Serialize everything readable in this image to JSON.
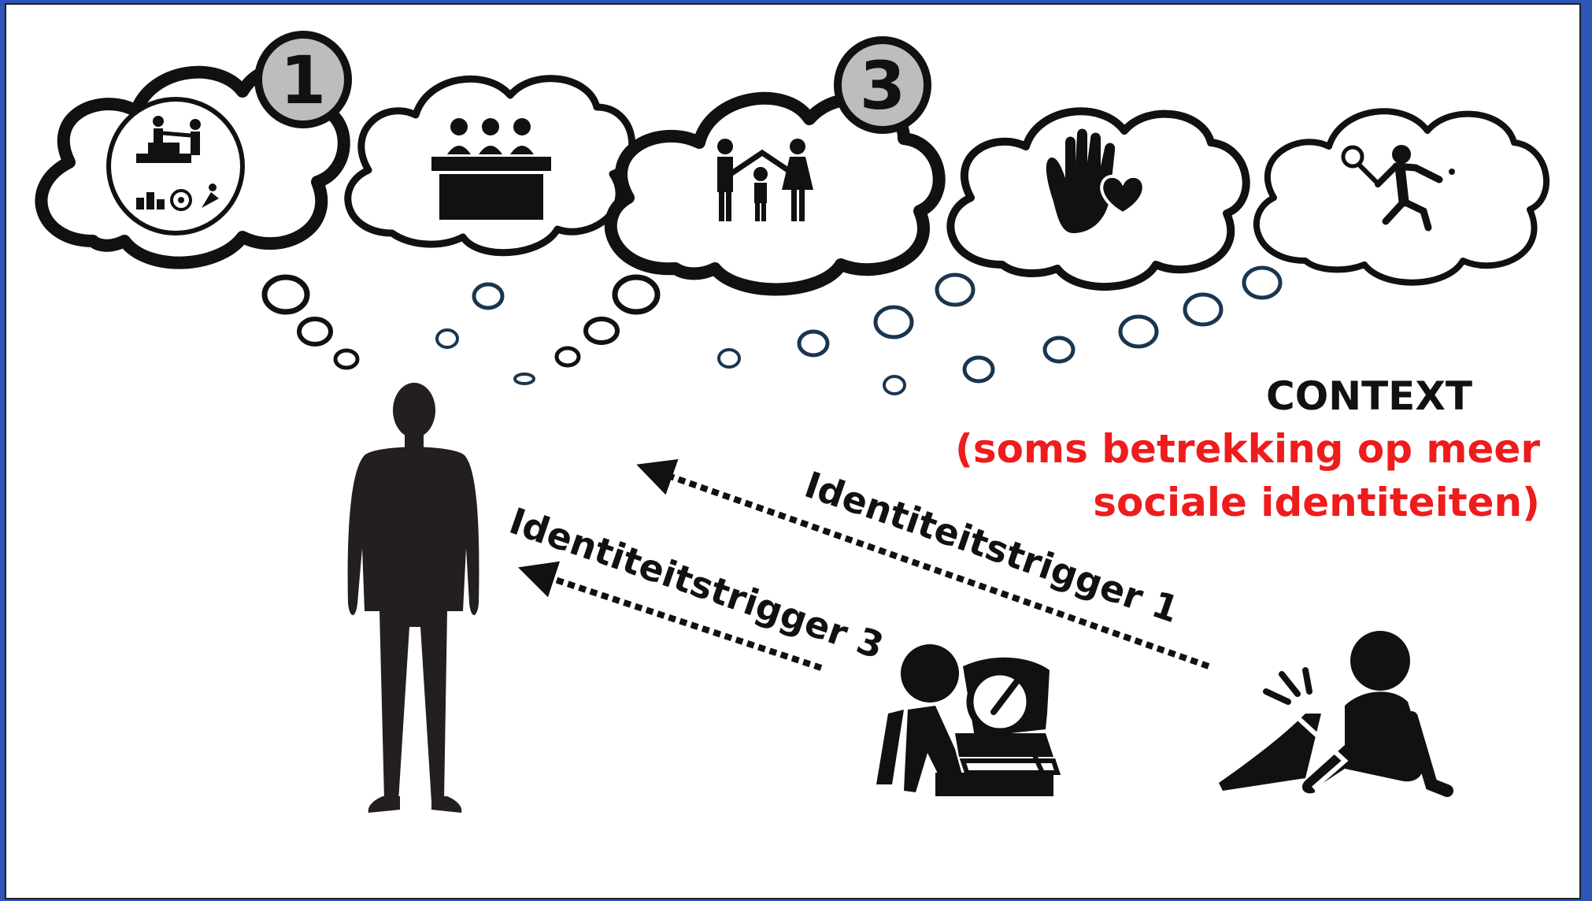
{
  "clouds": [
    {
      "id": "cloud-work",
      "icon": "teamwork-icon",
      "badge": "1"
    },
    {
      "id": "cloud-committee",
      "icon": "committee-icon",
      "badge": ""
    },
    {
      "id": "cloud-family",
      "icon": "family-icon",
      "badge": "3"
    },
    {
      "id": "cloud-volunteering",
      "icon": "hand-heart-icon",
      "badge": ""
    },
    {
      "id": "cloud-sport",
      "icon": "tennis-player-icon",
      "badge": ""
    }
  ],
  "context": {
    "title": "CONTEXT",
    "subtitle_line1": "(soms betrekking op meer",
    "subtitle_line2": "sociale identiteiten)",
    "subtitle_color": "#ee1c1c"
  },
  "triggers": [
    {
      "label": "Identiteitstrigger 1"
    },
    {
      "label": "Identiteitstrigger 3"
    }
  ],
  "figures": {
    "person": "standing-person-silhouette-icon",
    "trigger1_source": "knee-injury-person-icon",
    "trigger3_source": "sick-in-bed-person-icon"
  },
  "colors": {
    "badge_fill": "#bdbdbd",
    "bubble_dark": "#111111",
    "bubble_blue": "#1a3550",
    "background_border": "#2e55b8"
  }
}
